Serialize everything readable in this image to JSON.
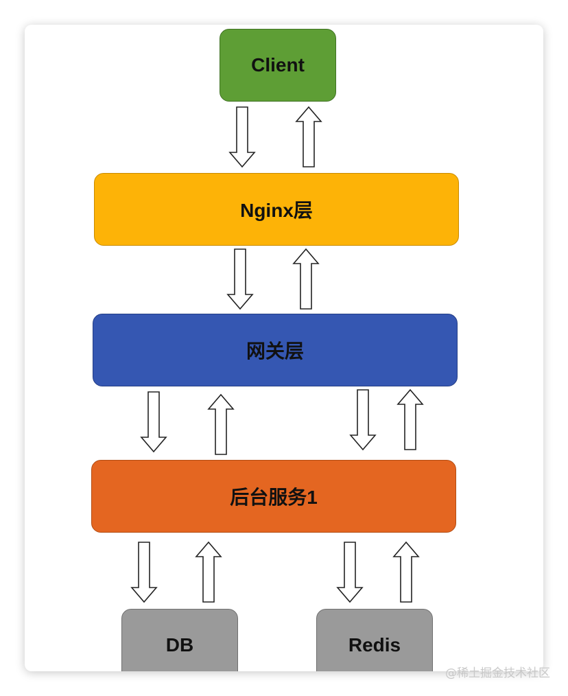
{
  "nodes": {
    "client": {
      "label": "Client",
      "color": "#5E9E35"
    },
    "nginx": {
      "label": "Nginx层",
      "color": "#FDB307"
    },
    "gateway": {
      "label": "网关层",
      "color": "#3557B2"
    },
    "backend": {
      "label": "后台服务1",
      "color": "#E46621"
    },
    "db": {
      "label": "DB",
      "color": "#9A9A9A"
    },
    "redis": {
      "label": "Redis",
      "color": "#9A9A9A"
    }
  },
  "watermark": "@稀土掘金技术社区"
}
